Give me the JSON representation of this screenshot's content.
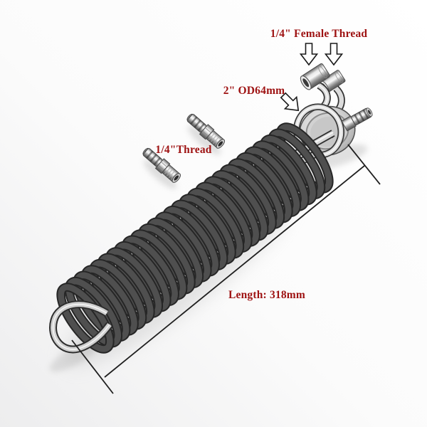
{
  "image": {
    "kind": "annotated product photo",
    "subject": "stainless steel coiled tube condenser with tri-clamp ferrule, thread ports and barbed hose fittings",
    "background": "#ffffff"
  },
  "annotations": {
    "text_color": "#9e1212",
    "line_color": "#1f1f1f",
    "female_thread": "1/4\" Female Thread",
    "od": "2\" OD64mm",
    "thread": "1/4\"Thread",
    "length": "Length: 318mm"
  }
}
